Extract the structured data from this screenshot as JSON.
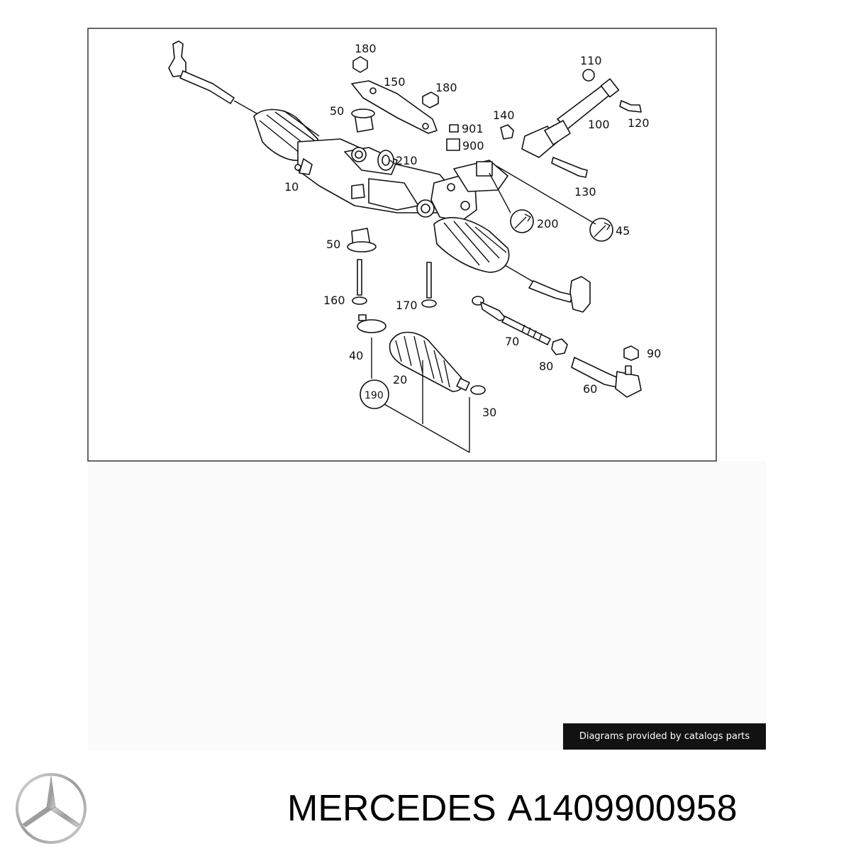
{
  "callouts": [
    {
      "id": "180a",
      "text": "180"
    },
    {
      "id": "150",
      "text": "150"
    },
    {
      "id": "180b",
      "text": "180"
    },
    {
      "id": "110",
      "text": "110"
    },
    {
      "id": "50a",
      "text": "50"
    },
    {
      "id": "140",
      "text": "140"
    },
    {
      "id": "901",
      "text": "901"
    },
    {
      "id": "900",
      "text": "900"
    },
    {
      "id": "100",
      "text": "100"
    },
    {
      "id": "120",
      "text": "120"
    },
    {
      "id": "210",
      "text": "210"
    },
    {
      "id": "10",
      "text": "10"
    },
    {
      "id": "130",
      "text": "130"
    },
    {
      "id": "200",
      "text": "200"
    },
    {
      "id": "45",
      "text": "45"
    },
    {
      "id": "50b",
      "text": "50"
    },
    {
      "id": "160",
      "text": "160"
    },
    {
      "id": "170",
      "text": "170"
    },
    {
      "id": "70",
      "text": "70"
    },
    {
      "id": "40",
      "text": "40"
    },
    {
      "id": "90",
      "text": "90"
    },
    {
      "id": "80",
      "text": "80"
    },
    {
      "id": "20",
      "text": "20"
    },
    {
      "id": "190",
      "text": "190"
    },
    {
      "id": "60",
      "text": "60"
    },
    {
      "id": "30",
      "text": "30"
    }
  ],
  "credit": "Diagrams provided by catalogs parts",
  "caption": {
    "brand": "MERCEDES",
    "part_number": "A1409900958"
  },
  "icons": [
    "mercedes-star-logo-icon",
    "wrench-symbol-icon"
  ]
}
